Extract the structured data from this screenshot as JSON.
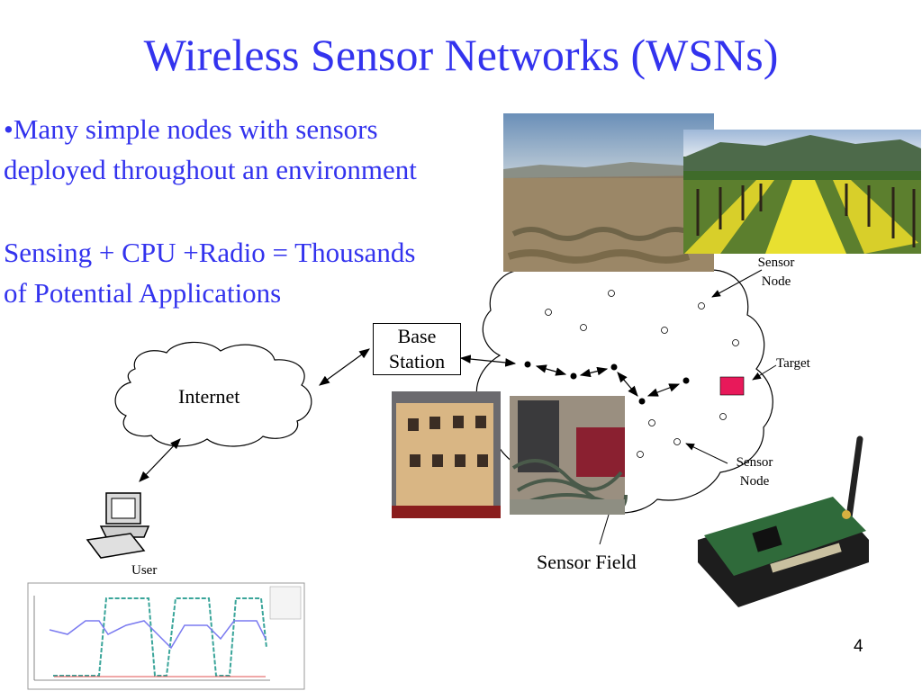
{
  "slide": {
    "title": "Wireless Sensor Networks (WSNs)",
    "bullet_line1": "•Many simple nodes with sensors",
    "bullet_line2": "deployed throughout an environment",
    "sensing_line1": "Sensing + CPU +Radio = Thousands",
    "sensing_line2": "of Potential Applications",
    "page_number": "4"
  },
  "diagram": {
    "base_station_line1": "Base",
    "base_station_line2": "Station",
    "internet_label": "Internet",
    "user_label": "User",
    "sensor_field_label": "Sensor Field",
    "target_label": "Target",
    "sensor_node_top_line1": "Sensor",
    "sensor_node_top_line2": "Node",
    "sensor_node_bottom_line1": "Sensor",
    "sensor_node_bottom_line2": "Node"
  },
  "colors": {
    "title_blue": "#3333ee",
    "target_pink": "#e8195a"
  }
}
